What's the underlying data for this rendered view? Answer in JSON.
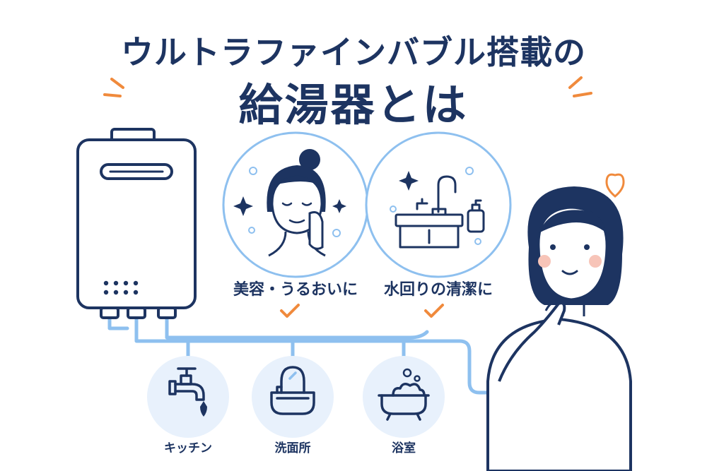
{
  "title": {
    "line1": "ウルトラファインバブル搭載の",
    "line2": "給湯器とは"
  },
  "benefits": [
    {
      "label": "美容・うるおいに",
      "icon": "face-care-icon"
    },
    {
      "label": "水回りの清潔に",
      "icon": "clean-sink-icon"
    }
  ],
  "places": [
    {
      "label": "キッチン",
      "icon": "kitchen-faucet-icon"
    },
    {
      "label": "洗面所",
      "icon": "washbasin-icon"
    },
    {
      "label": "浴室",
      "icon": "bathtub-icon"
    }
  ],
  "colors": {
    "navy": "#1d3461",
    "pipe": "#8ec0ef",
    "circle_fill": "#e8f1fc",
    "accent_orange": "#f08a3c"
  }
}
